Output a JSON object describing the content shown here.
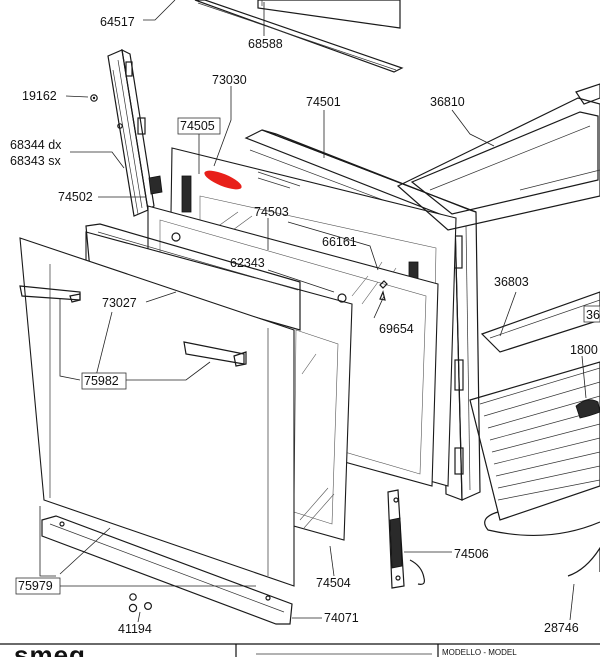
{
  "diagram": {
    "labels": [
      {
        "id": "p64517",
        "text": "64517"
      },
      {
        "id": "p68588",
        "text": "68588"
      },
      {
        "id": "p19162",
        "text": "19162"
      },
      {
        "id": "p73030",
        "text": "73030"
      },
      {
        "id": "p74501",
        "text": "74501"
      },
      {
        "id": "p36810",
        "text": "36810"
      },
      {
        "id": "p74505",
        "text": "74505"
      },
      {
        "id": "p68344",
        "text": "68344 dx"
      },
      {
        "id": "p68343",
        "text": "68343 sx"
      },
      {
        "id": "p74502",
        "text": "74502"
      },
      {
        "id": "p74503",
        "text": "74503"
      },
      {
        "id": "p66161",
        "text": "66161"
      },
      {
        "id": "p62343",
        "text": "62343"
      },
      {
        "id": "p36803",
        "text": "36803"
      },
      {
        "id": "p73027",
        "text": "73027"
      },
      {
        "id": "p69654",
        "text": "69654"
      },
      {
        "id": "p36cut",
        "text": "36"
      },
      {
        "id": "p1800",
        "text": "1800"
      },
      {
        "id": "p75982",
        "text": "75982"
      },
      {
        "id": "p74506",
        "text": "74506"
      },
      {
        "id": "p75979",
        "text": "75979"
      },
      {
        "id": "p74504",
        "text": "74504"
      },
      {
        "id": "p74071",
        "text": "74071"
      },
      {
        "id": "p41194",
        "text": "41194"
      },
      {
        "id": "p28746",
        "text": "28746"
      }
    ],
    "footer": {
      "brand": "smeg",
      "model_label": "MODELLO - MODEL"
    },
    "colors": {
      "line": "#1a1a1a",
      "highlight": "#e8201a",
      "background": "#ffffff"
    }
  }
}
